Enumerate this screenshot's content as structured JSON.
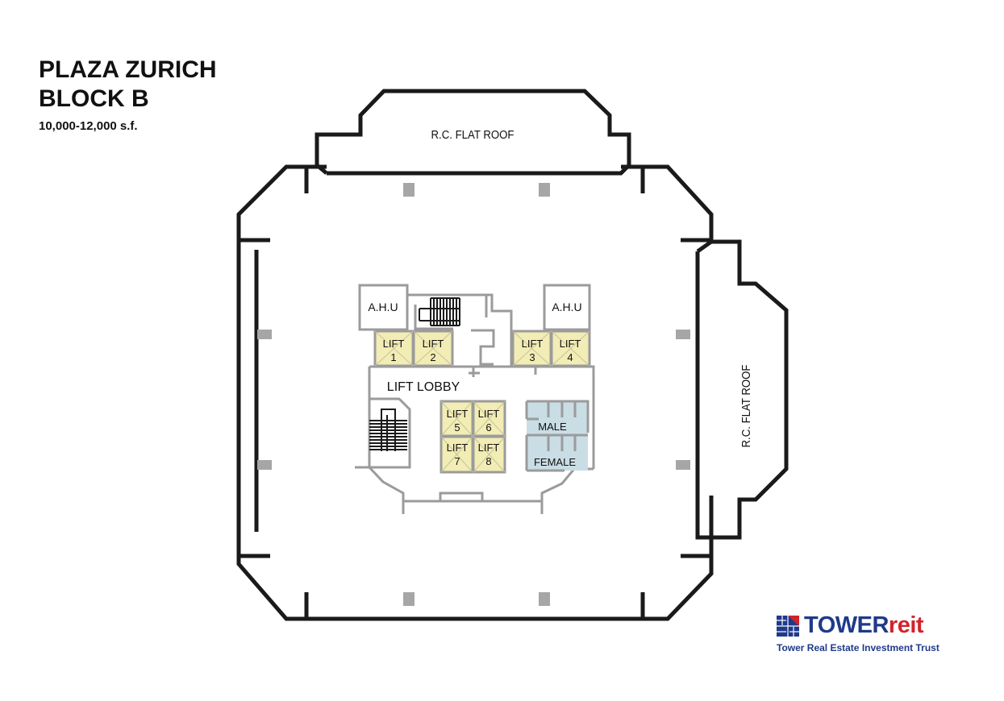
{
  "header": {
    "title_line1": "PLAZA ZURICH",
    "title_line2": "BLOCK B",
    "area": "10,000-12,000 s.f."
  },
  "plan": {
    "roof_top": "R.C. FLAT ROOF",
    "roof_right": "R.C. FLAT ROOF",
    "ahu_left": "A.H.U",
    "ahu_right": "A.H.U",
    "lift_lobby": "LIFT LOBBY",
    "lift_word": "LIFT",
    "lifts": [
      "1",
      "2",
      "3",
      "4",
      "5",
      "6",
      "7",
      "8"
    ],
    "male": "MALE",
    "female": "FEMALE"
  },
  "colors": {
    "wall": "#1a1a1a",
    "core_wall": "#9b9b9b",
    "lift_fill": "#f2ecb5",
    "washroom_fill": "#c9dde5",
    "column": "#a6a6a6"
  },
  "brand": {
    "name_part1": "TOWER",
    "name_part2": "reit",
    "tagline": "Tower Real Estate Investment Trust"
  }
}
